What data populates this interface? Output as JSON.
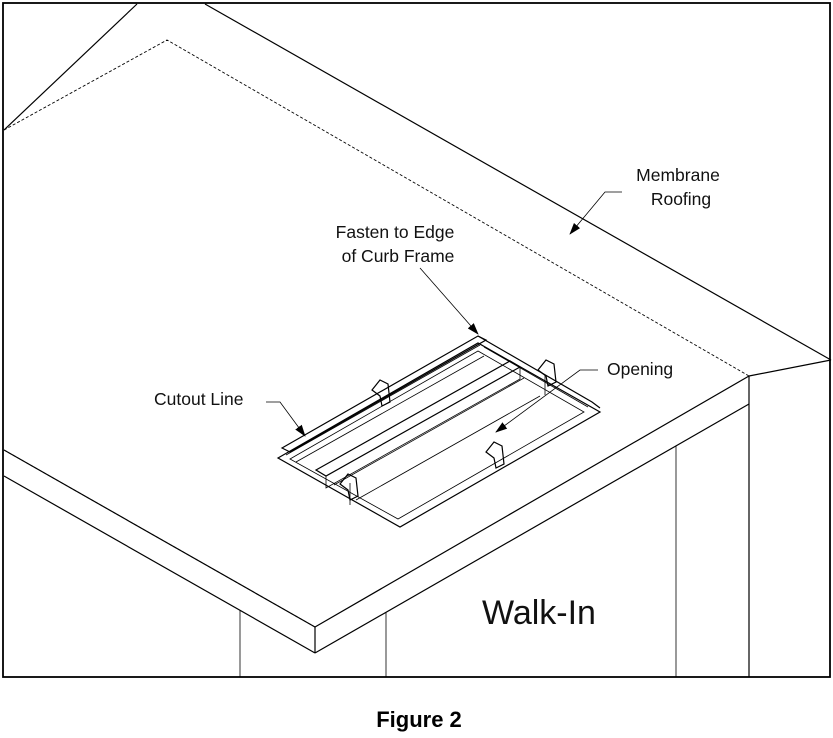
{
  "labels": {
    "membrane_line1": "Membrane",
    "membrane_line2": "Roofing",
    "fasten_line1": "Fasten to Edge",
    "fasten_line2": "of Curb Frame",
    "opening": "Opening",
    "cutout": "Cutout Line",
    "walkin": "Walk-In"
  },
  "caption": "Figure 2"
}
